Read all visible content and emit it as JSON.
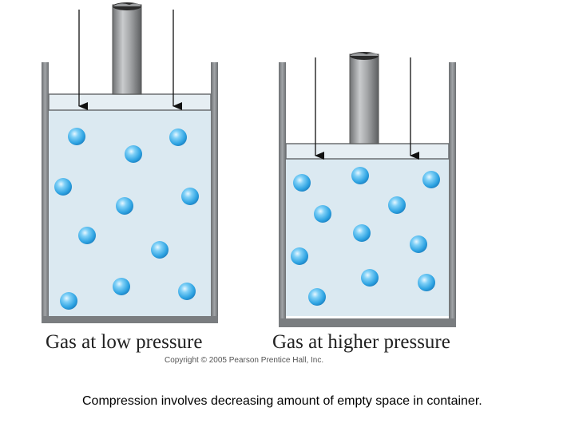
{
  "containers": [
    {
      "label": "Gas at low pressure",
      "molecule_count": 11
    },
    {
      "label": "Gas at higher pressure",
      "molecule_count": 11
    }
  ],
  "copyright": "Copyright © 2005 Pearson Prentice Hall, Inc.",
  "caption": "Compression involves decreasing amount of empty space in container.",
  "colors": {
    "container_wall": "#808386",
    "gas_fill": "#dbe9f1",
    "piston_plate": "#dfe9ef",
    "piston_rod": "#9a9c9e",
    "molecule": "#2ea3e2",
    "arrow": "#111111"
  }
}
